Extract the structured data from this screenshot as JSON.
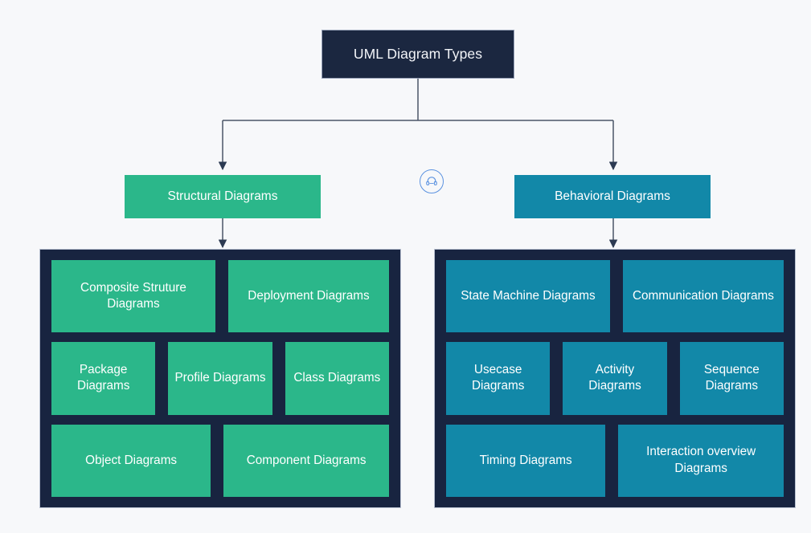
{
  "diagram": {
    "root": {
      "label": "UML Diagram Types",
      "color": "#1b2740"
    },
    "categories": [
      {
        "id": "structural",
        "label": "Structural Diagrams",
        "color": "#2bb78a",
        "panel_color": "#182440",
        "rows": [
          {
            "items": [
              "Composite Struture Diagrams",
              "Deployment Diagrams"
            ]
          },
          {
            "items": [
              "Package Diagrams",
              "Profile Diagrams",
              "Class Diagrams"
            ]
          },
          {
            "items": [
              "Object Diagrams",
              "Component Diagrams"
            ]
          }
        ]
      },
      {
        "id": "behavioral",
        "label": "Behavioral Diagrams",
        "color": "#1288a8",
        "panel_color": "#182440",
        "rows": [
          {
            "items": [
              "State Machine Diagrams",
              "Communication Diagrams"
            ]
          },
          {
            "items": [
              "Usecase Diagrams",
              "Activity Diagrams",
              "Sequence Diagrams"
            ]
          },
          {
            "items": [
              "Timing Diagrams",
              "Interaction overview Diagrams"
            ]
          }
        ]
      }
    ],
    "connector_color": "#4a5568",
    "background_color": "#f7f8fa",
    "support_widget": {
      "icon": "headset-icon",
      "accent_color": "#5b92e0"
    }
  }
}
